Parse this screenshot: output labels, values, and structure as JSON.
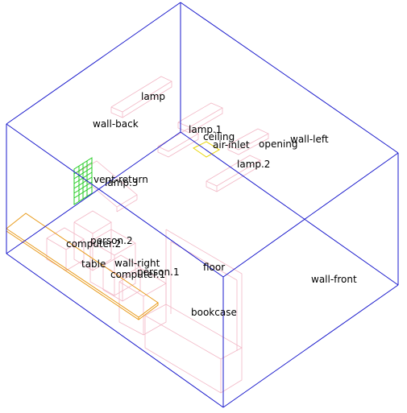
{
  "colors": {
    "room": "#1a1acc",
    "object": "#f2b8c6",
    "table": "#e89a1a",
    "vent": "#22cc22",
    "inlet": "#e8d400",
    "text": "#000000"
  },
  "labels": {
    "lamp": "lamp",
    "wall_back": "wall-back",
    "lamp_1": "lamp.1",
    "ceiling": "ceiling",
    "air_inlet": "air-inlet",
    "opening": "opening",
    "wall_left": "wall-left",
    "lamp_2": "lamp.2",
    "vent_return": "vent-return",
    "lamp_3": "lamp.3",
    "computer_2": "computer.2",
    "person_2": "person.2",
    "table": "table",
    "wall_right": "wall-right",
    "computer_1": "computer.1",
    "person_1": "person.1",
    "floor": "floor",
    "wall_front": "wall-front",
    "bookcase": "bookcase"
  }
}
